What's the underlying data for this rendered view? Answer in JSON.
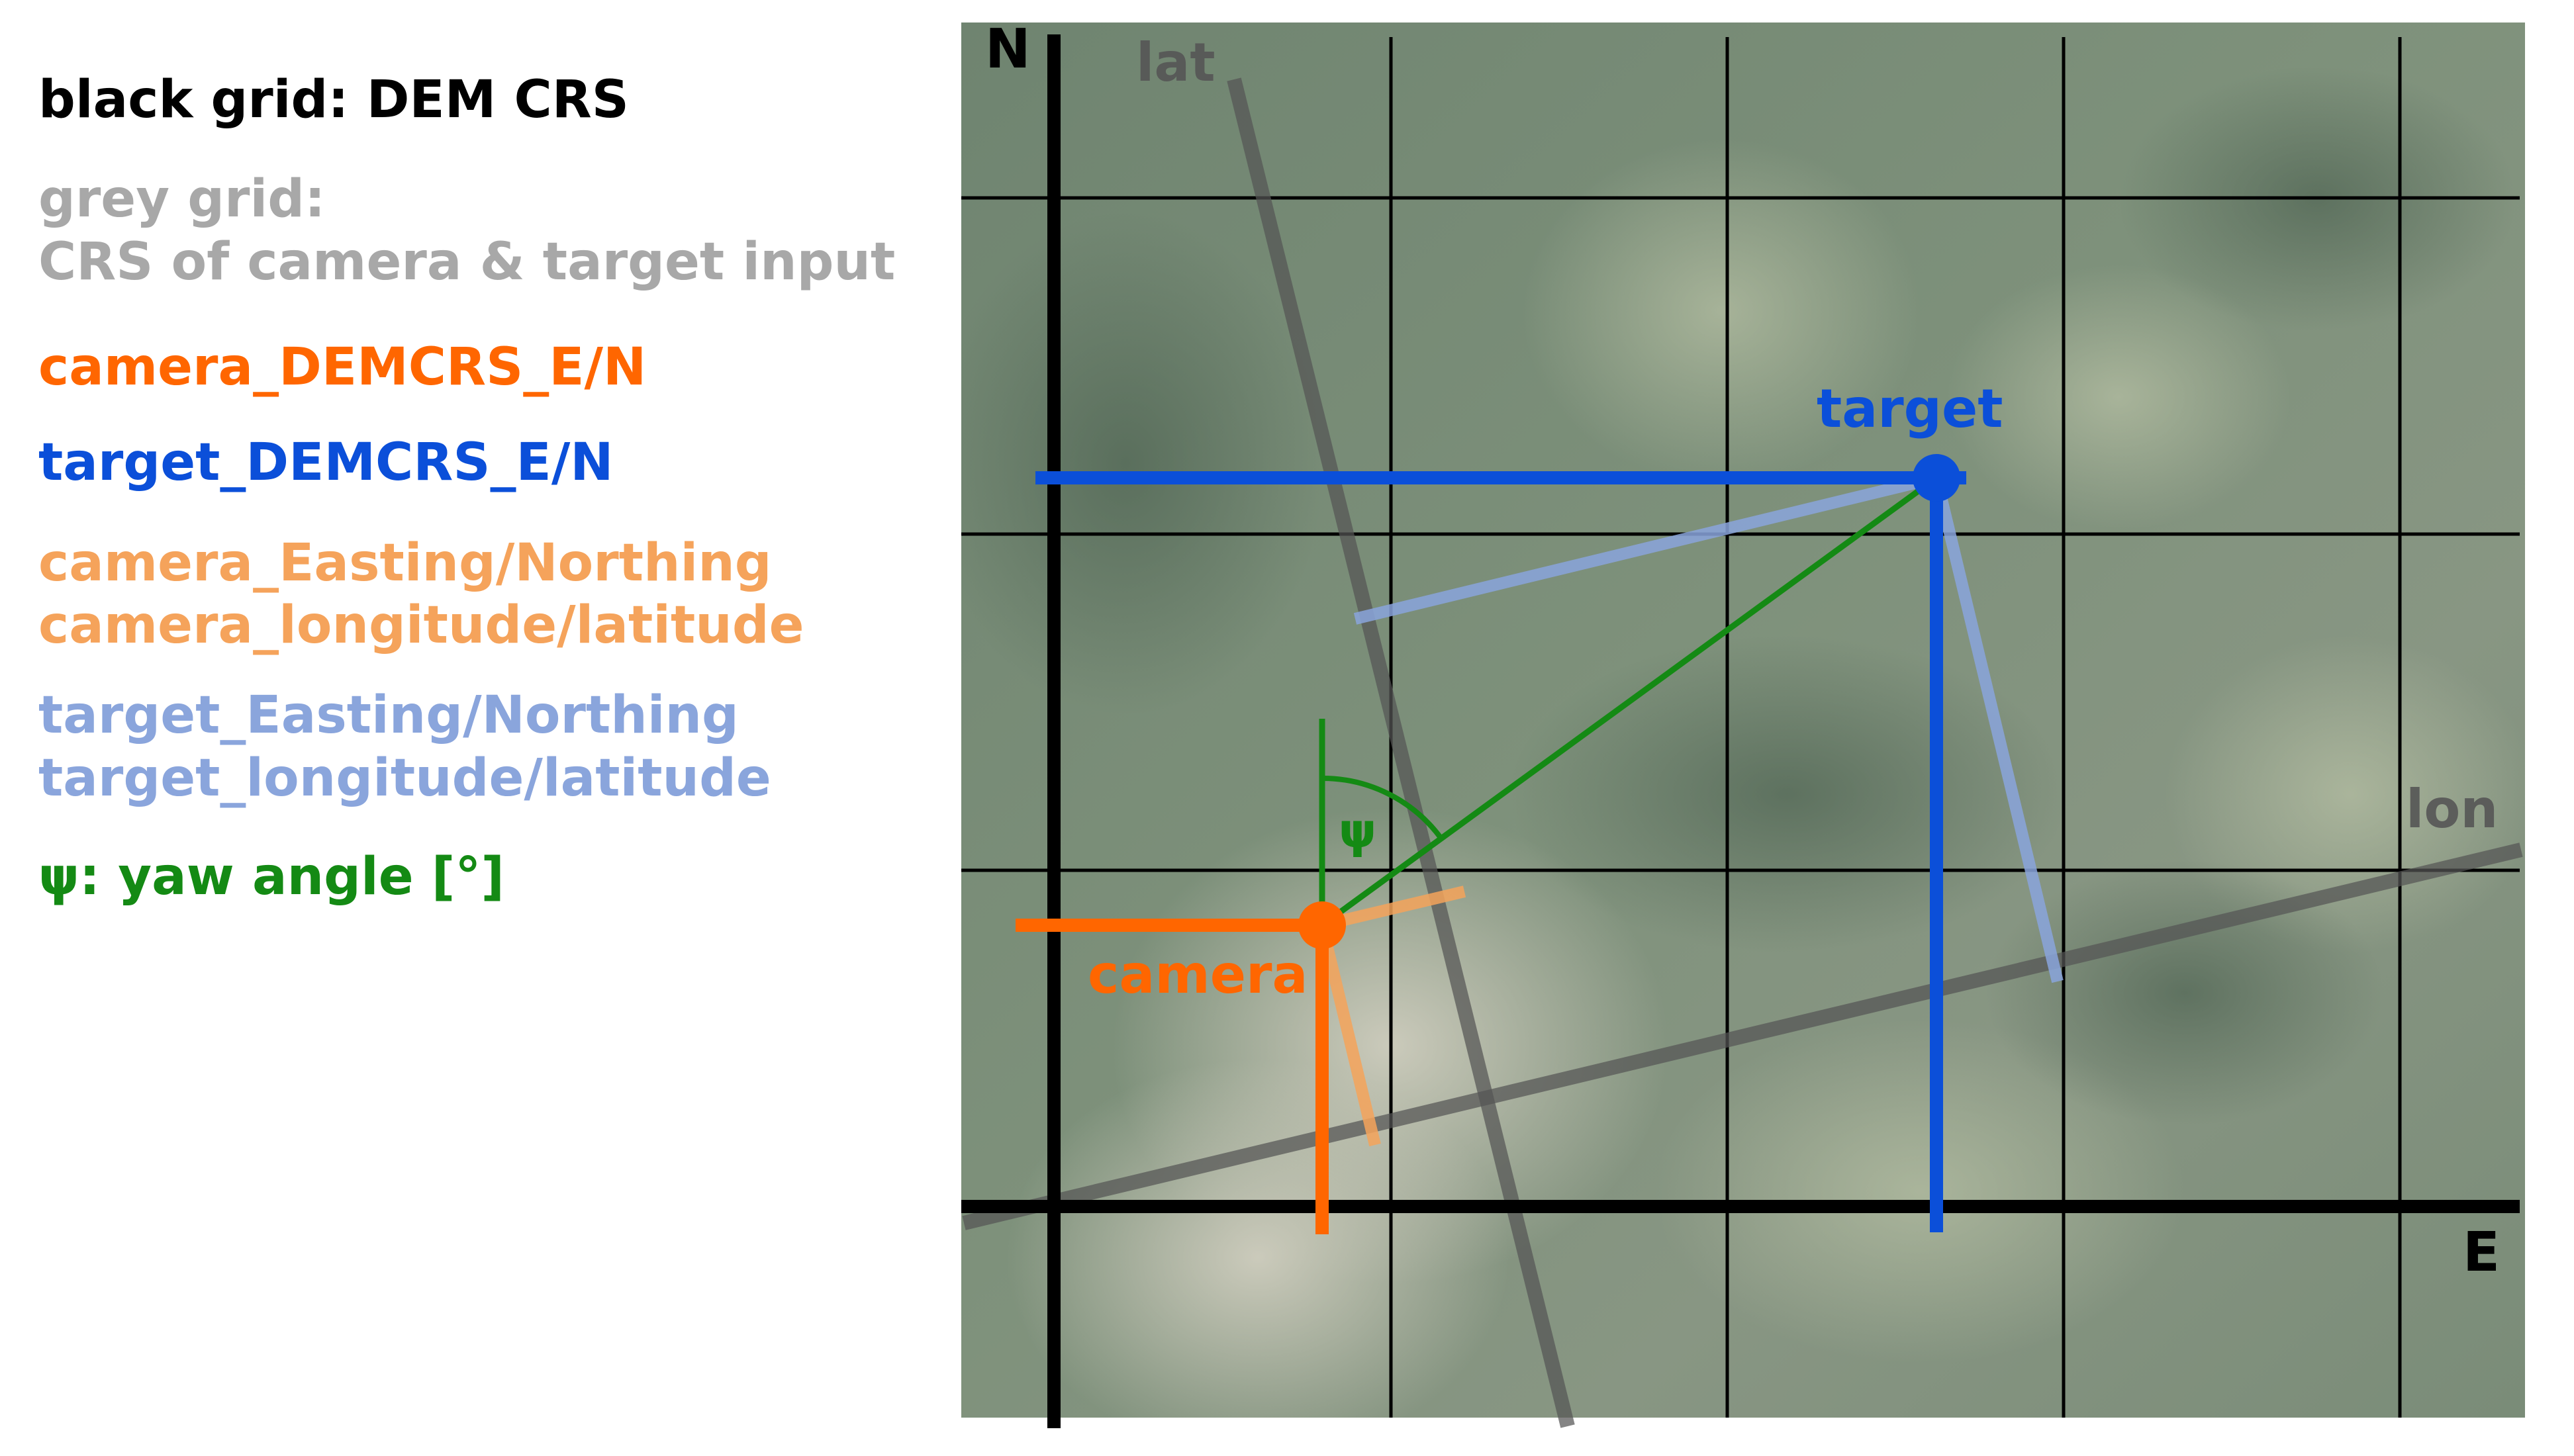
{
  "legend": {
    "dem_grid": "black grid: DEM CRS",
    "grey_grid_1": "grey grid:",
    "grey_grid_2": "CRS of camera & target input",
    "camera_dem": "camera_DEMCRS_E/N",
    "target_dem": "target_DEMCRS_E/N",
    "camera_input_1": "camera_Easting/Northing",
    "camera_input_2": "camera_longitude/latitude",
    "target_input_1": "target_Easting/Northing",
    "target_input_2": "target_longitude/latitude",
    "yaw": "ψ: yaw angle [°]"
  },
  "diagram": {
    "axis_north": "N",
    "axis_east": "E",
    "grey_axis_lat": "lat",
    "grey_axis_lon": "lon",
    "camera_label": "camera",
    "target_label": "target",
    "yaw_symbol": "ψ"
  },
  "colors": {
    "black": "#000000",
    "grey_text": "#a8a8a8",
    "camera": "#ff6600",
    "target": "#0b4fd9",
    "camera_light": "#f5a35b",
    "target_light": "#8aa5dc",
    "yaw": "#148a14",
    "map_base": "#7d8f7a"
  }
}
